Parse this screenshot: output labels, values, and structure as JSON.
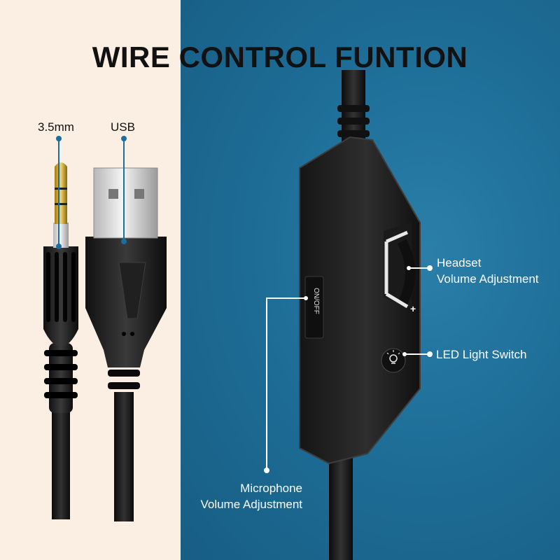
{
  "title": {
    "part1": "WIRE ",
    "part2": "CONTROL FUNTION"
  },
  "labels": {
    "jack": "3.5mm",
    "usb": "USB",
    "headset_line1": "Headset",
    "headset_line2": "Volume Adjustment",
    "led": "LED Light Switch",
    "mic_line1": "Microphone",
    "mic_line2": "Volume Adjustment",
    "switch_text": "ON/OFF",
    "plus": "+"
  },
  "colors": {
    "left_background": "#fbeee2",
    "right_background": "#1e6e98",
    "callout_dot_blue": "#1a6fa0",
    "callout_line_white": "#ffffff"
  }
}
